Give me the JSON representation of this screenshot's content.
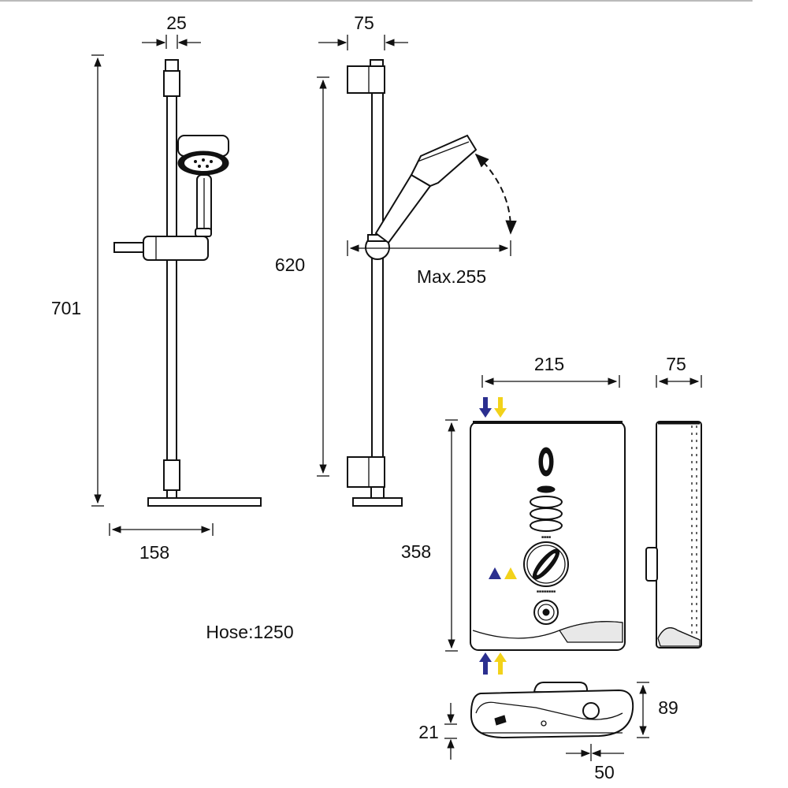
{
  "dimensions": {
    "rail_width": "25",
    "rail_depth": "75",
    "rail_height": "701",
    "bracket_span": "620",
    "arm_reach": "Max.255",
    "base_width": "158",
    "hose": "Hose:1250",
    "unit_width": "215",
    "unit_depth": "75",
    "unit_height": "358",
    "bottom_depth": "89",
    "bottom_inlet": "21",
    "bottom_offset": "50"
  },
  "colors": {
    "line": "#111111",
    "cold_water": "#2b2f8f",
    "hot_water": "#f2d21a",
    "background": "#ffffff"
  }
}
